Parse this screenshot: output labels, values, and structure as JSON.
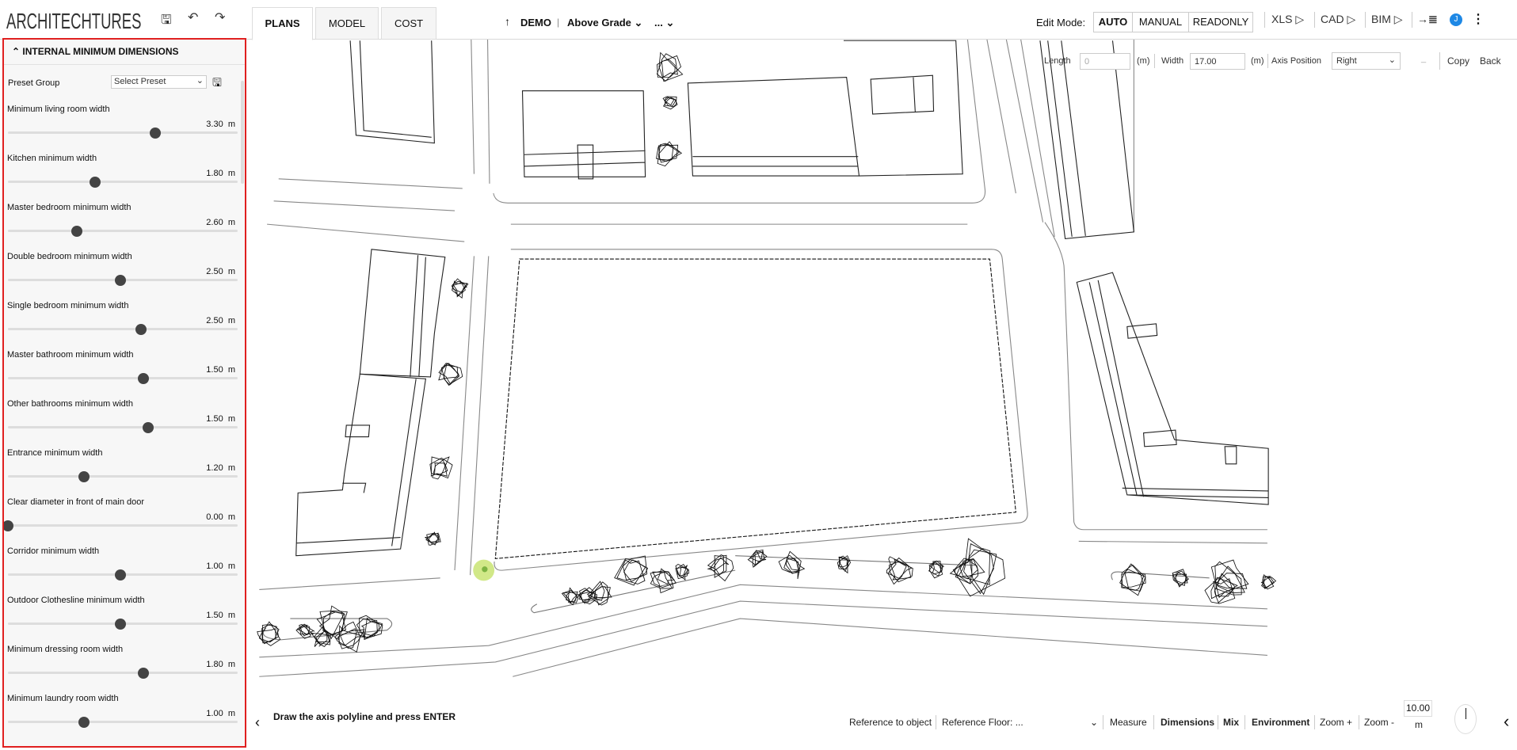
{
  "app": {
    "logo": "ARCHITECHTURES",
    "icons": [
      "save-icon",
      "undo-icon",
      "redo-icon"
    ]
  },
  "tabs": [
    {
      "label": "PLANS",
      "active": true
    },
    {
      "label": "MODEL"
    },
    {
      "label": "COST"
    }
  ],
  "project": {
    "name": "DEMO",
    "separator": "|",
    "level": "Above Grade",
    "more": "..."
  },
  "edit_mode": {
    "label": "Edit Mode:",
    "options": [
      "AUTO",
      "MANUAL",
      "READONLY"
    ],
    "selected": "AUTO"
  },
  "exports": [
    "XLS ▷",
    "CAD ▷",
    "BIM ▷"
  ],
  "user": {
    "initial": "J",
    "color": "#1e88e5"
  },
  "axis_toolbar": {
    "length_label": "Length",
    "length_value": "0",
    "unit": "(m)",
    "width_label": "Width",
    "width_value": "17.00",
    "axis_position_label": "Axis Position",
    "axis_position_value": "Right",
    "dash": "_",
    "copy": "Copy",
    "back": "Back"
  },
  "sidebar": {
    "title": "INTERNAL MINIMUM DIMENSIONS",
    "preset_label": "Preset Group",
    "preset_value": "Select Preset",
    "items": [
      {
        "label": "Minimum living room width",
        "value": "3.30",
        "unit": "m",
        "level": 0.64
      },
      {
        "label": "Kitchen minimum width",
        "value": "1.80",
        "unit": "m",
        "level": 0.38
      },
      {
        "label": "Master bedroom minimum width",
        "value": "2.60",
        "unit": "m",
        "level": 0.3
      },
      {
        "label": "Double bedroom minimum width",
        "value": "2.50",
        "unit": "m",
        "level": 0.49
      },
      {
        "label": "Single bedroom minimum width",
        "value": "2.50",
        "unit": "m",
        "level": 0.58
      },
      {
        "label": "Master bathroom minimum width",
        "value": "1.50",
        "unit": "m",
        "level": 0.59
      },
      {
        "label": "Other bathrooms minimum width",
        "value": "1.50",
        "unit": "m",
        "level": 0.61
      },
      {
        "label": "Entrance minimum width",
        "value": "1.20",
        "unit": "m",
        "level": 0.33
      },
      {
        "label": "Clear diameter in front of main door",
        "value": "0.00",
        "unit": "m",
        "level": 0.0
      },
      {
        "label": "Corridor minimum width",
        "value": "1.00",
        "unit": "m",
        "level": 0.49
      },
      {
        "label": "Outdoor Clothesline minimum width",
        "value": "1.50",
        "unit": "m",
        "level": 0.49
      },
      {
        "label": "Minimum dressing room width",
        "value": "1.80",
        "unit": "m",
        "level": 0.59
      },
      {
        "label": "Minimum laundry room width",
        "value": "1.00",
        "unit": "m",
        "level": 0.33
      }
    ]
  },
  "status": {
    "instruction": "Draw the axis polyline and press ENTER"
  },
  "bottom_bar": {
    "reference_object": "Reference to object",
    "reference_floor": "Reference Floor:  ...",
    "measure": "Measure",
    "dimensions": "Dimensions",
    "mix": "Mix",
    "environment": "Environment",
    "zoom_in": "Zoom +",
    "zoom_out": "Zoom -",
    "scale_value": "10.00",
    "scale_unit": "m"
  },
  "colors": {
    "highlight": "#e02020",
    "cursor": "#c5e26a"
  }
}
